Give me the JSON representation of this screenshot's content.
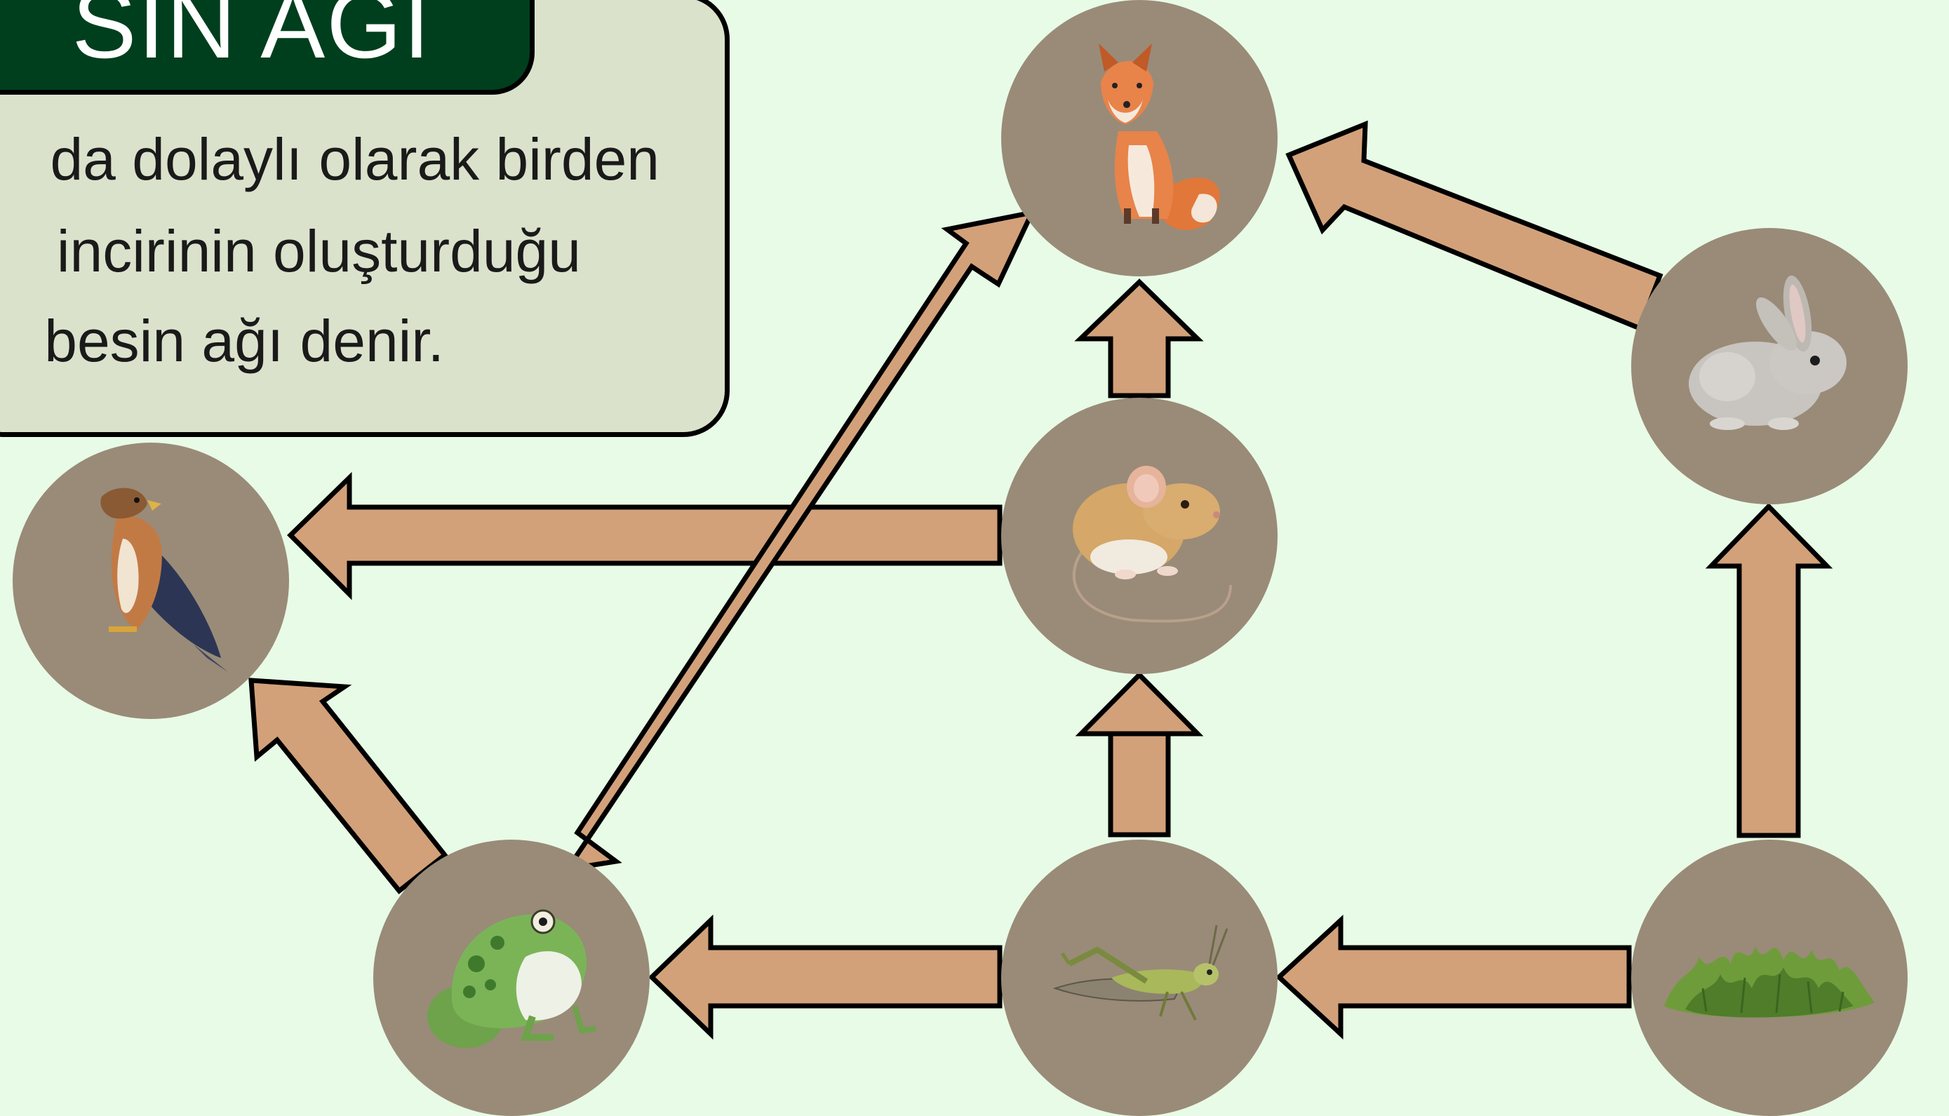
{
  "title": {
    "text": "SİN AĞI"
  },
  "info": {
    "line1": "da dolaylı olarak birden",
    "line2": "incirinin oluşturduğu",
    "line3": "besin ağı denir."
  },
  "organisms": {
    "fox": {
      "icon": "fox-icon"
    },
    "rabbit": {
      "icon": "rabbit-icon"
    },
    "hawk": {
      "icon": "hawk-icon"
    },
    "mouse": {
      "icon": "mouse-icon"
    },
    "frog": {
      "icon": "frog-icon"
    },
    "grasshopper": {
      "icon": "grasshopper-icon"
    },
    "grass": {
      "icon": "grass-icon"
    }
  },
  "colors": {
    "background": "#e8fbe6",
    "circle": "#998b78",
    "arrow_fill": "#d2a17a",
    "arrow_stroke": "#000000",
    "title_bar": "#003f1d",
    "info_box": "#dbe2cc"
  },
  "links": [
    {
      "from": "grass",
      "to": "grasshopper"
    },
    {
      "from": "grass",
      "to": "rabbit"
    },
    {
      "from": "rabbit",
      "to": "fox"
    },
    {
      "from": "grasshopper",
      "to": "frog"
    },
    {
      "from": "grasshopper",
      "to": "mouse"
    },
    {
      "from": "mouse",
      "to": "fox"
    },
    {
      "from": "mouse",
      "to": "hawk"
    },
    {
      "from": "frog",
      "to": "hawk"
    },
    {
      "from": "frog",
      "to": "fox"
    }
  ]
}
